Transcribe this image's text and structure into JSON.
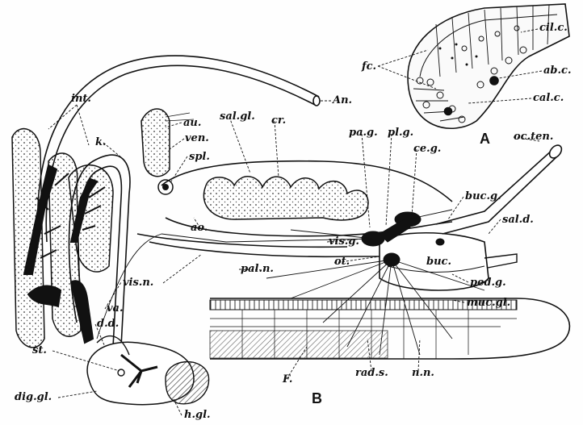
{
  "figure_a": {
    "letter": "A",
    "labels": {
      "cil_c": "cil.c.",
      "fc": "fc.",
      "ab_c": "ab.c.",
      "cal_c": "cal.c."
    }
  },
  "figure_b": {
    "letter": "B",
    "labels": {
      "an": "An.",
      "int": "int.",
      "au": "au.",
      "ven": "ven.",
      "k": "k.",
      "spl": "spl.",
      "sal_gl": "sal.gl.",
      "cr": "cr.",
      "pa_g": "pa.g.",
      "pl_g": "pl.g.",
      "ce_g": "ce.g.",
      "oc_ten": "oc.ten.",
      "buc_g": "buc.g.",
      "sal_d": "sal.d.",
      "vis_g": "vis.g.",
      "ao": "ao.",
      "ot": "ot.",
      "pal_n": "pal.n.",
      "buc": "buc.",
      "ped_g": "ped.g.",
      "muc_gl": "muc.gl.",
      "vis_n": "vis.n.",
      "va": "va.",
      "dd": "d.d.",
      "st": "st.",
      "dig_gl": "dig.gl.",
      "h_gl": "h.gl.",
      "f": "F.",
      "rad_s": "rad.s.",
      "n_n": "n.n."
    }
  }
}
